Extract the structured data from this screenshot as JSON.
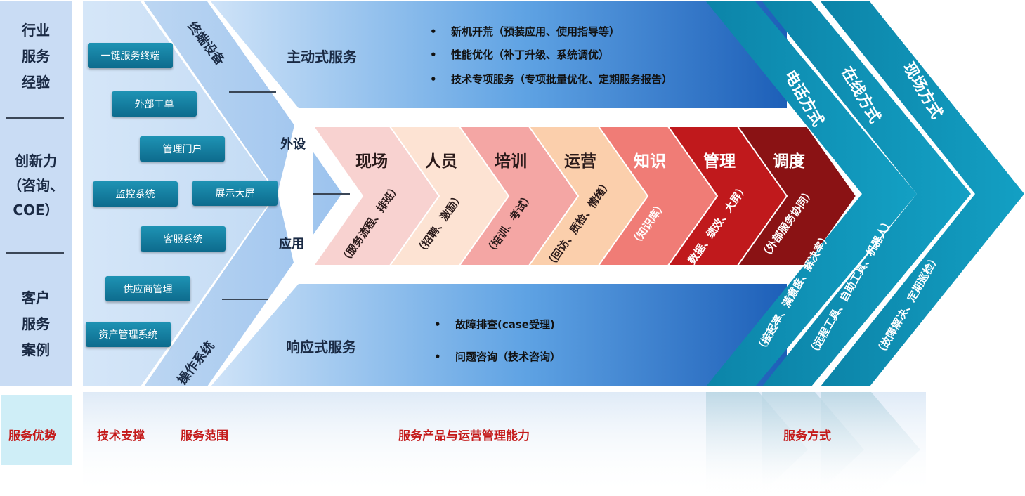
{
  "left_column": {
    "group1": [
      "行业",
      "服务",
      "经验"
    ],
    "group2": [
      "创新力",
      "（咨询、",
      "COE）"
    ],
    "group3": [
      "客户",
      "服务",
      "案例"
    ]
  },
  "tech_support_items": [
    "一键服务终端",
    "外部工单",
    "管理门户",
    "监控系统",
    "展示大屏",
    "客服系统",
    "供应商管理",
    "资产管理系统"
  ],
  "scope": {
    "terminal_device": "终端设备",
    "peripheral": "外设",
    "application": "应用",
    "operating_system": "操作系统"
  },
  "proactive": {
    "title": "主动式服务",
    "bullets": [
      "新机开荒（预装应用、使用指导等）",
      "性能优化（补丁升级、系统调优）",
      "技术专项服务（专项批量优化、定期服务报告）"
    ]
  },
  "reactive": {
    "title": "响应式服务",
    "bullets": [
      "故障排查(case受理)",
      "问题咨询（技术咨询）"
    ]
  },
  "bullet_glyph": "•",
  "chevrons": [
    {
      "title": "现场",
      "sub": "（服务流程、排班）",
      "color": "#f8d2d0",
      "text_color": "#2a1a1a"
    },
    {
      "title": "人员",
      "sub": "（招聘、激励）",
      "color": "#fde3d3",
      "text_color": "#2a1a1a"
    },
    {
      "title": "培训",
      "sub": "（培训、考试）",
      "color": "#f4a6a4",
      "text_color": "#2a1a1a"
    },
    {
      "title": "运营",
      "sub": "（回访、质检、情绪）",
      "color": "#fbcfac",
      "text_color": "#2a1a1a"
    },
    {
      "title": "知识",
      "sub": "（知识库）",
      "color": "#f07c76",
      "text_color": "#ffffff"
    },
    {
      "title": "管理",
      "sub": "数据、绩效、大屏）",
      "color": "#c0191c",
      "text_color": "#ffffff"
    },
    {
      "title": "调度",
      "sub": "（外部服务协同）",
      "color": "#8a1214",
      "text_color": "#ffffff"
    }
  ],
  "service_modes": [
    {
      "title": "电话方式",
      "sub": "（接起率、满意度、解决率）"
    },
    {
      "title": "在线方式",
      "sub": "（远程工具、自助工具、机器人）"
    },
    {
      "title": "现场方式",
      "sub": "（故障解决、定期巡检）"
    }
  ],
  "bottom_labels": {
    "advantage": "服务优势",
    "tech_support": "技术支撑",
    "service_scope": "服务范围",
    "product_ops": "服务产品与运营管理能力",
    "service_mode": "服务方式"
  },
  "colors": {
    "teal": "#0e93b8",
    "blue_band": "#2b73c9",
    "light_blue": "#cfe3f8",
    "red_text": "#c41a1a"
  }
}
